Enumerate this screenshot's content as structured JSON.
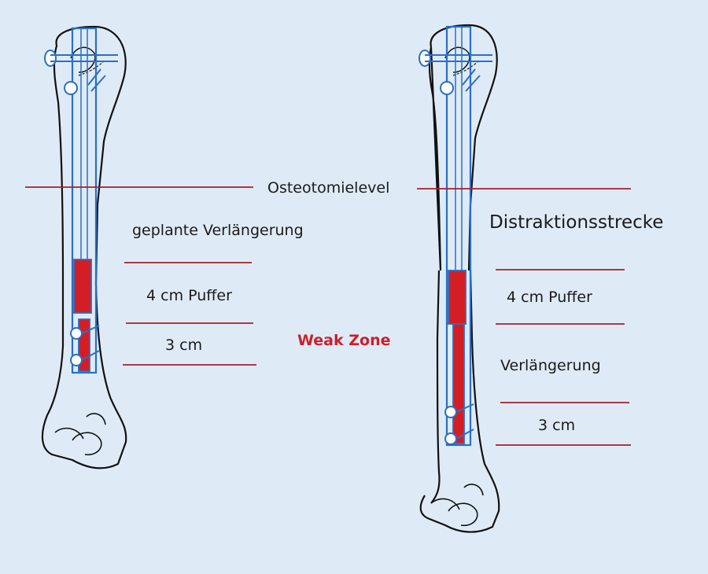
{
  "labels": {
    "osteotomy": "Osteotomielevel",
    "planned_lengthening": "geplante Verlängerung",
    "buffer_left": "4 cm Puffer",
    "three_cm_left": "3 cm",
    "weak_zone": "Weak Zone",
    "distraction": "Distraktionsstrecke",
    "buffer_right": "4 cm Puffer",
    "lengthening": "Verlängerung",
    "three_cm_right": "3 cm"
  },
  "colors": {
    "background": "#deebf7",
    "nail": "#2a6fc4",
    "marker_line": "#a3202a",
    "fill_red": "#d41e25",
    "bone_outline": "#111111",
    "weak_zone_text": "#cc1f2b"
  }
}
